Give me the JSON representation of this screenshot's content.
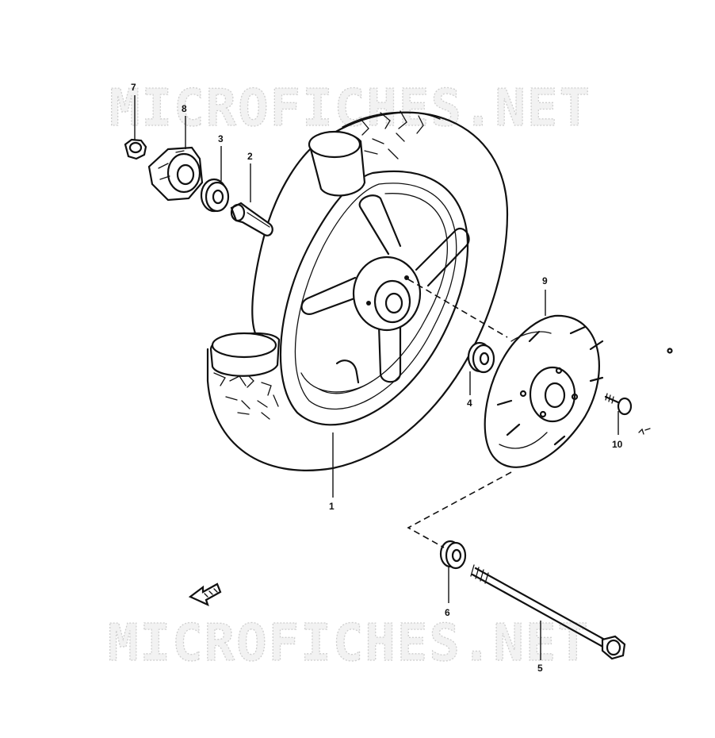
{
  "watermark": {
    "text": "MICROFICHES.NET"
  },
  "parts": [
    {
      "number": "1"
    },
    {
      "number": "2"
    },
    {
      "number": "3"
    },
    {
      "number": "4"
    },
    {
      "number": "5"
    },
    {
      "number": "6"
    },
    {
      "number": "7"
    },
    {
      "number": "8"
    },
    {
      "number": "9"
    },
    {
      "number": "10"
    }
  ],
  "icons": [
    "front-direction-arrow-icon"
  ]
}
